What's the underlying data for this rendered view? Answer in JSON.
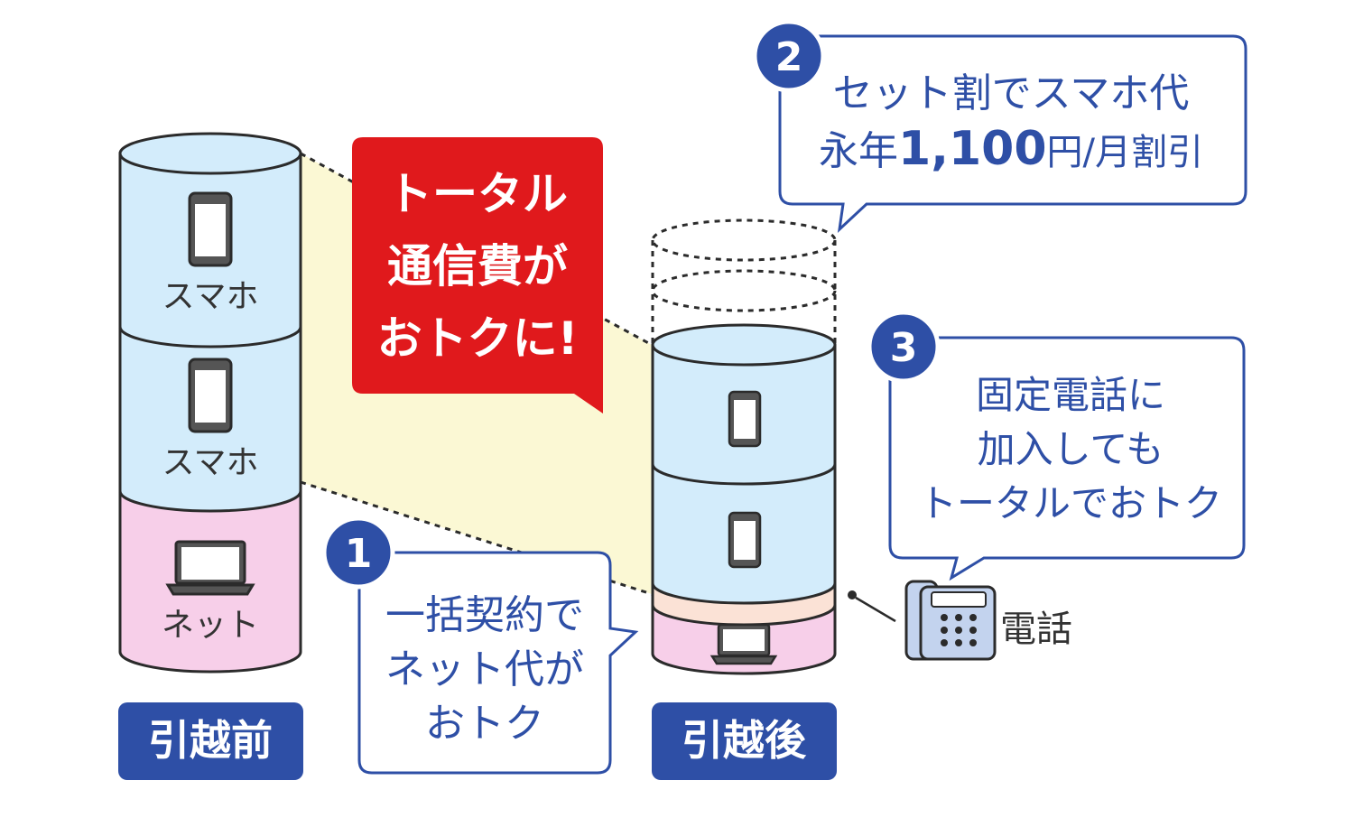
{
  "before": {
    "label": "引越前",
    "segments": [
      {
        "label": "スマホ",
        "icon": "smartphone-icon"
      },
      {
        "label": "スマホ",
        "icon": "smartphone-icon"
      },
      {
        "label": "ネット",
        "icon": "laptop-icon"
      }
    ]
  },
  "after": {
    "label": "引越後",
    "segments": [
      {
        "icon": "smartphone-icon"
      },
      {
        "icon": "smartphone-icon"
      },
      {
        "icon": "phone-line"
      },
      {
        "icon": "laptop-icon"
      }
    ]
  },
  "highlight": {
    "lines": [
      "トータル",
      "通信費が",
      "おトクに!"
    ]
  },
  "callouts": [
    {
      "number": "1",
      "lines": [
        "一括契約で",
        "ネット代が",
        "おトク"
      ]
    },
    {
      "number": "2",
      "line1": "セット割でスマホ代",
      "line2_prefix": "永年",
      "line2_amount": "1,100",
      "line2_suffix": "円/月割引"
    },
    {
      "number": "3",
      "lines": [
        "固定電話に",
        "加入しても",
        "トータルでおトク"
      ]
    }
  ],
  "phone": {
    "label": "電話",
    "icon": "telephone-icon"
  },
  "colors": {
    "navy": "#2e4fa6",
    "red": "#e0191c",
    "smartphone_band": "#d3ecfb",
    "internet_band": "#f7cfe9",
    "phone_band": "#fbe2d6",
    "highlight_area": "#fbf8d4",
    "outline": "#2b2b2b",
    "label_text": "#333333"
  }
}
